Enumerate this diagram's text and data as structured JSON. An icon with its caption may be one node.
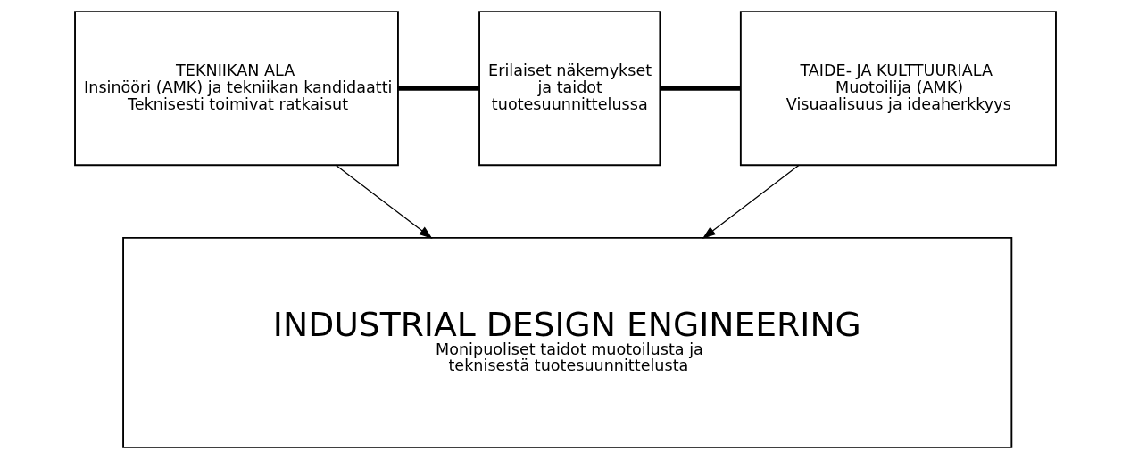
{
  "diagram": {
    "nodes": [
      {
        "text": [
          "TEKNIIKAN ALA",
          "Insinööri (AMK) ja tekniikan kandidaatti",
          "Teknisesti toimivat ratkaisut"
        ]
      },
      {
        "text": [
          "Erilaiset näkemykset ja taidot tuotesuunnittelussa"
        ]
      },
      {
        "text": [
          "TAIDE- JA KULTTUURIALA",
          "Muotoilija (AMK)",
          "Visuaalisuus ja ideaherkkyys"
        ]
      },
      {
        "text": [
          "INDUSTRIAL DESIGN ENGINEERING",
          "Monipuoliset taidot muotoilusta ja teknisestä tuotesuunnittelusta"
        ]
      }
    ],
    "edges": [
      {
        "from": 0,
        "to": 1,
        "arrow": "none",
        "style": "thick"
      },
      {
        "from": 1,
        "to": 2,
        "arrow": "none",
        "style": "thick"
      },
      {
        "from": 0,
        "to": 3,
        "arrow": "to"
      },
      {
        "from": 2,
        "to": 3,
        "arrow": "to"
      }
    ]
  }
}
